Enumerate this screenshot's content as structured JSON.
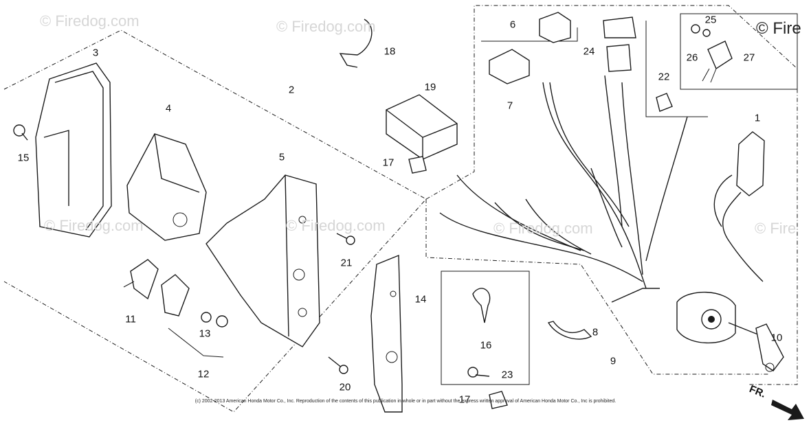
{
  "watermarks": [
    {
      "text": "© Firedog.com"
    },
    {
      "text": "© Firedog.com"
    },
    {
      "text": "© Firedog.com"
    },
    {
      "text": "© Firedog.com"
    },
    {
      "text": "© Firedog.com"
    },
    {
      "text": "© Fire"
    },
    {
      "text": "© Fire"
    }
  ],
  "part_labels": [
    "1",
    "2",
    "3",
    "4",
    "5",
    "6",
    "7",
    "8",
    "9",
    "10",
    "11",
    "12",
    "13",
    "14",
    "15",
    "16",
    "17",
    "17",
    "18",
    "19",
    "20",
    "21",
    "22",
    "23",
    "24",
    "25",
    "26",
    "27"
  ],
  "copyright": "(c) 2002-2013 American Honda Motor Co., Inc. Reproduction of the contents of this publication in whole or in part without the express written approval of American Honda Motor Co., Inc is prohibited.",
  "direction_label": "FR."
}
